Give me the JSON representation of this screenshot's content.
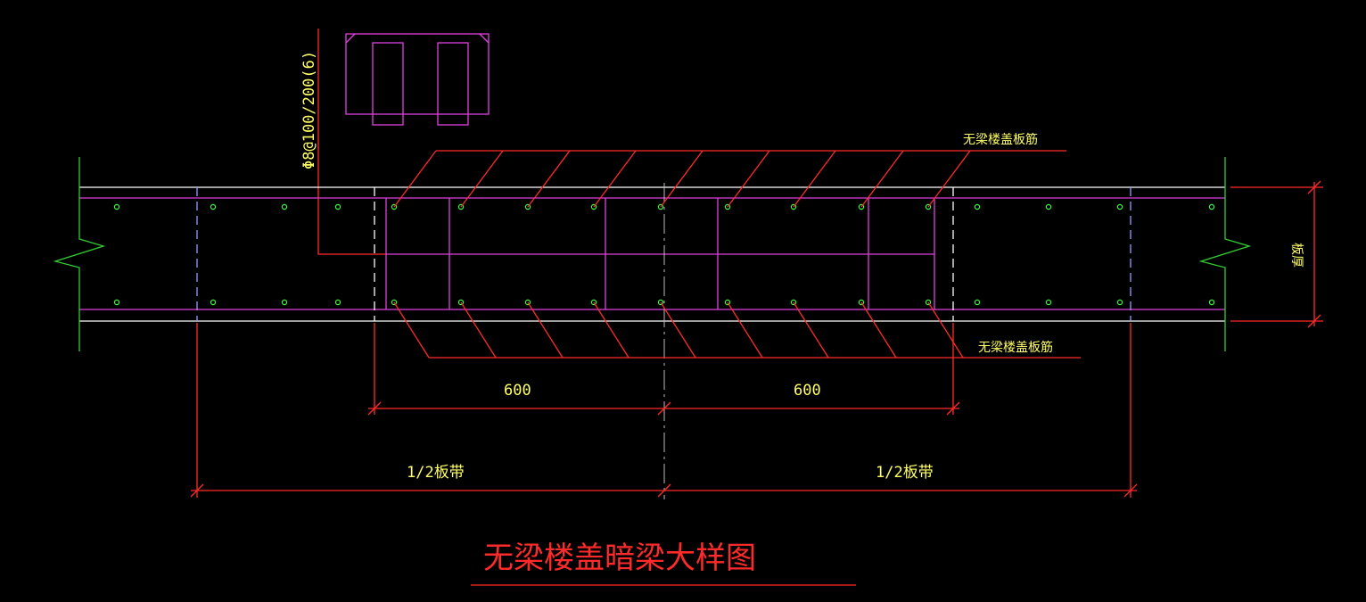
{
  "drawing": {
    "title": "无梁楼盖暗梁大样图",
    "top_rebar_label": "无梁楼盖板筋",
    "bottom_rebar_label": "无梁楼盖板筋",
    "stirrup_spec": "Φ8@100/200(6)",
    "thickness_label": "板厚",
    "dim_left_600": "600",
    "dim_right_600": "600",
    "dim_left_half_strip": "1/2板带",
    "dim_right_half_strip": "1/2板带"
  },
  "colors": {
    "background": "#000000",
    "leader_red": "#ff2a2a",
    "rebar_magenta": "#e040e0",
    "slab_white": "#ffffff",
    "dot_green": "#33ff33",
    "break_green": "#33cc33",
    "text_yellow": "#ffff66"
  }
}
